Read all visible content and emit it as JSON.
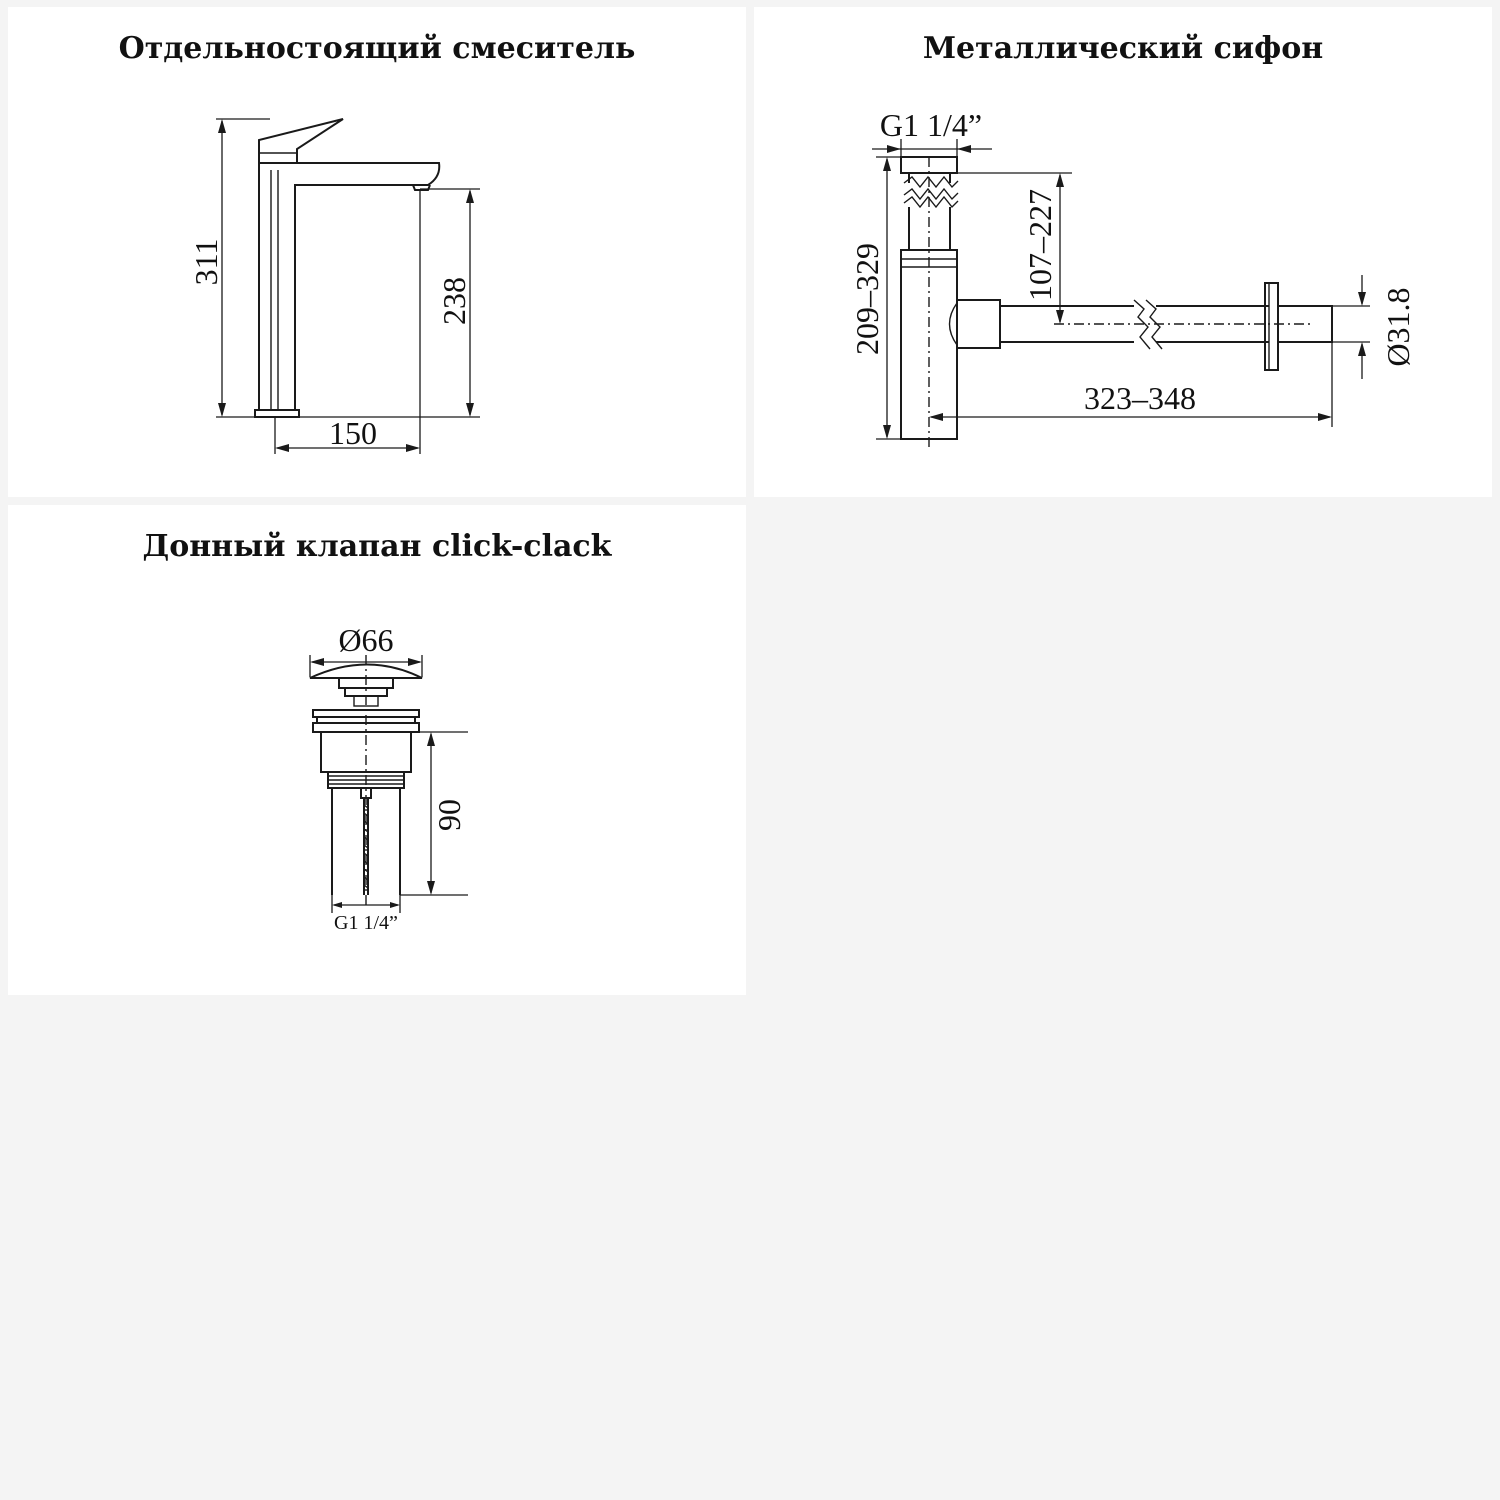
{
  "panels": [
    {
      "title": "Отдельностоящий смеситель",
      "dims": {
        "height_total": "311",
        "spout_height": "238",
        "reach": "150"
      }
    },
    {
      "title": "Металлический сифон",
      "dims": {
        "thread": "G1 1/4”",
        "height_range": "209–329",
        "inlet_range": "107–227",
        "length_range": "323–348",
        "diameter": "Ø31.8"
      }
    },
    {
      "title": "Донный клапан click-clack",
      "dims": {
        "diameter": "Ø66",
        "height": "90",
        "thread": "G1 1/4”"
      }
    }
  ],
  "colors": {
    "page_background": "#f4f4f4",
    "panel_background": "#ffffff",
    "line": "#1a1a1a"
  }
}
